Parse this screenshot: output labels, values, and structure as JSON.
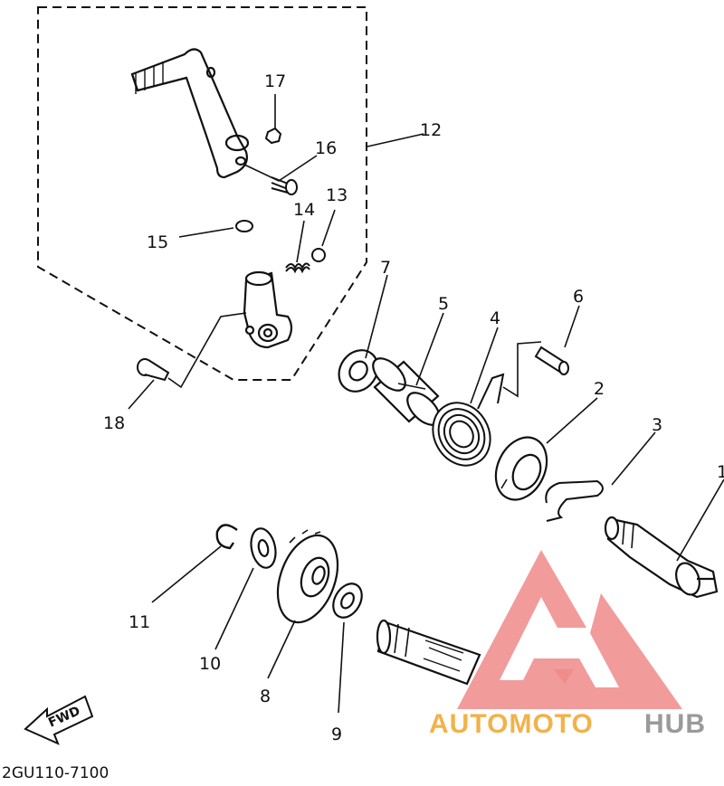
{
  "diagram": {
    "callouts": [
      "1",
      "2",
      "3",
      "4",
      "5",
      "6",
      "7",
      "8",
      "9",
      "10",
      "11",
      "12",
      "13",
      "14",
      "15",
      "16",
      "17",
      "18"
    ],
    "part_code": "2GU110-7100",
    "fwd_label": "FWD"
  },
  "watermark": {
    "word1": "AUTOMOTO",
    "word2": "HUB",
    "colors": {
      "orange": "#f2b24a",
      "gray": "#9a9a9a",
      "red": "#ee8a8a"
    }
  }
}
